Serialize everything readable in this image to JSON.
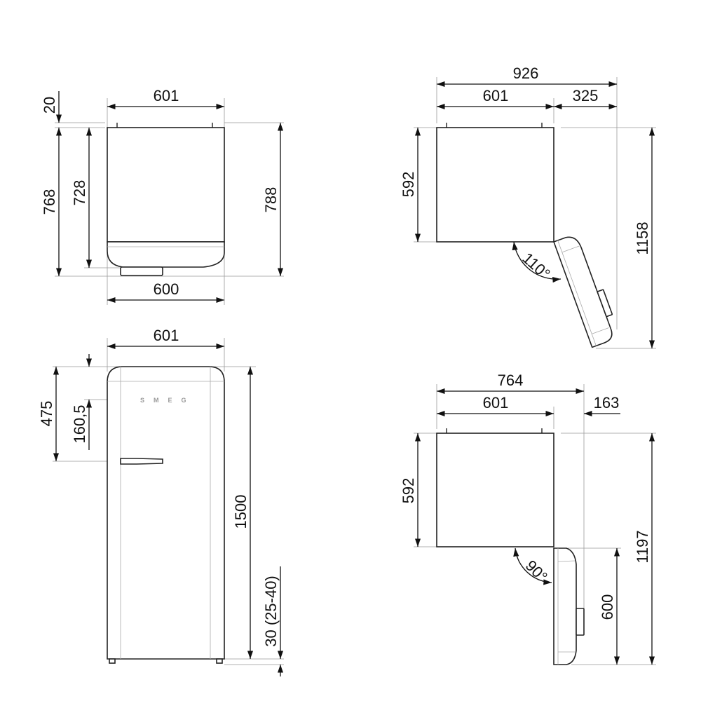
{
  "top_view_closed": {
    "width_top": "601",
    "width_bottom": "600",
    "hinge_offset": "20",
    "depth_overall": "768",
    "depth_body": "728",
    "depth_with_hinge": "788"
  },
  "top_view_110": {
    "total_width": "926",
    "body_width": "601",
    "door_overhang": "325",
    "body_depth": "592",
    "total_depth": "1158",
    "angle": "110°"
  },
  "front_view": {
    "width": "601",
    "handle_from_top": "475",
    "logo_from_top": "160,5",
    "height": "1500",
    "feet_height": "30 (25-40)",
    "logo": "SMEG"
  },
  "top_view_90": {
    "total_width": "764",
    "body_width": "601",
    "door_overhang": "163",
    "body_depth": "592",
    "total_depth": "1197",
    "door_depth": "600",
    "angle": "90°"
  }
}
